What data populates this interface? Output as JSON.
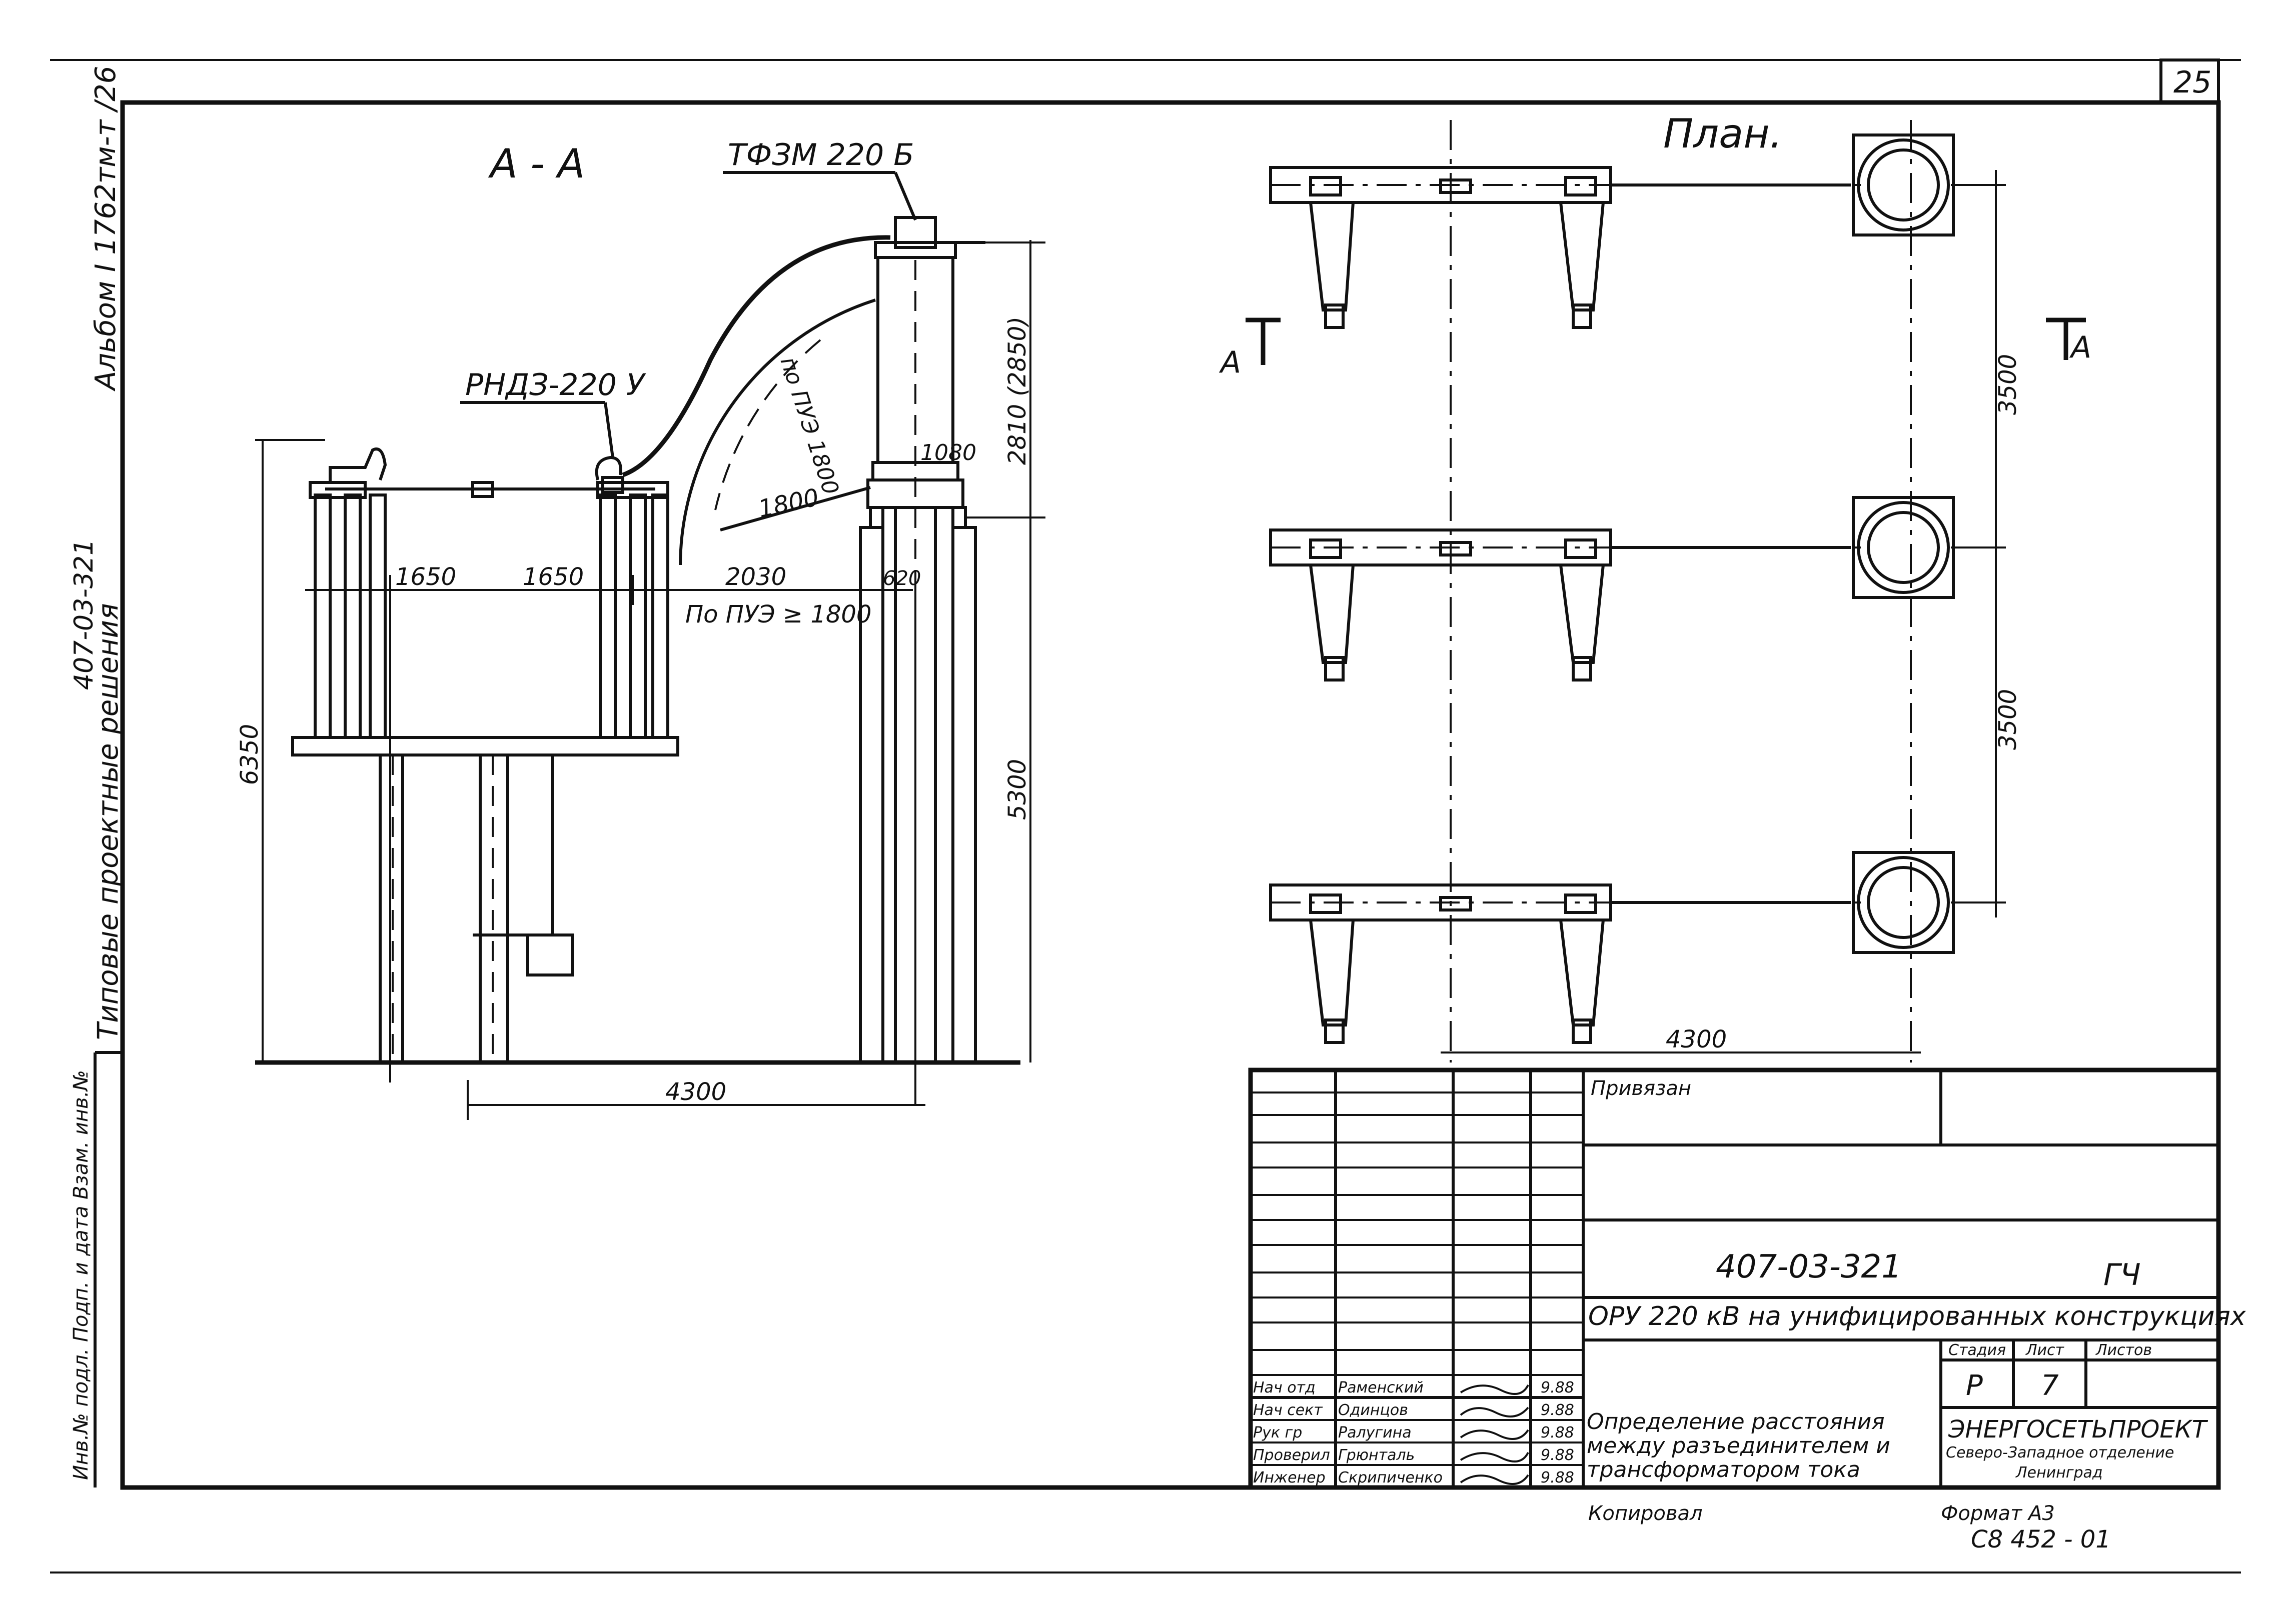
{
  "sheet": {
    "page_number": "25",
    "left_margin": {
      "album": "Альбом I  1762тм-т /26",
      "code": "407-03-321",
      "series": "Типовые проектные решения",
      "stamp": "Инв.№ подл.  Подп. и дата  Взам. инв.№"
    }
  },
  "section_view": {
    "title": "А - А",
    "tf_label": "ТФЗМ 220 Б",
    "rnd_label": "РНДЗ-220 У",
    "dims": {
      "d1650a": "1650",
      "d1650b": "1650",
      "d2030": "2030",
      "d620": "620",
      "d1080": "1080",
      "d1800_arc": "1800",
      "d1800_label": "по ПУЭ 1800",
      "d2810": "2810 (2850)",
      "d6350": "6350",
      "d5300": "5300",
      "d4300": "4300",
      "pue_note": "По ПУЭ ≥ 1800"
    }
  },
  "plan_view": {
    "title": "План.",
    "section_mark_left": "А",
    "section_mark_right": "А",
    "dim_3500_top": "3500",
    "dim_3500_bottom": "3500",
    "dim_4300": "4300"
  },
  "title_block": {
    "privyazan": "Привязан",
    "project_code": "407-03-321",
    "gch": "ГЧ",
    "project_name": "ОРУ 220 кВ на унифицированных конструкциях",
    "sheet_title": "Определение расстояния между разъединителем и трансформатором тока",
    "col_stage": "Стадия",
    "col_sheet": "Лист",
    "col_sheets": "Листов",
    "stage": "Р",
    "sheet_no": "7",
    "org": "ЭНЕРГОСЕТЬПРОЕКТ",
    "org_sub": "Северо-Западное отделение",
    "org_city": "Ленинград",
    "signers": [
      {
        "role": "Нач отд",
        "name": "Раменский",
        "date": "9.88"
      },
      {
        "role": "Нач сект",
        "name": "Одинцов",
        "date": "9.88"
      },
      {
        "role": "Рук гр",
        "name": "Ралугина",
        "date": "9.88"
      },
      {
        "role": "Проверил",
        "name": "Грюнталь",
        "date": "9.88"
      },
      {
        "role": "Инженер",
        "name": "Скрипиченко",
        "date": "9.88"
      }
    ],
    "copied": "Копировал",
    "format": "Формат А3",
    "inv": "С8 452 - 01"
  }
}
